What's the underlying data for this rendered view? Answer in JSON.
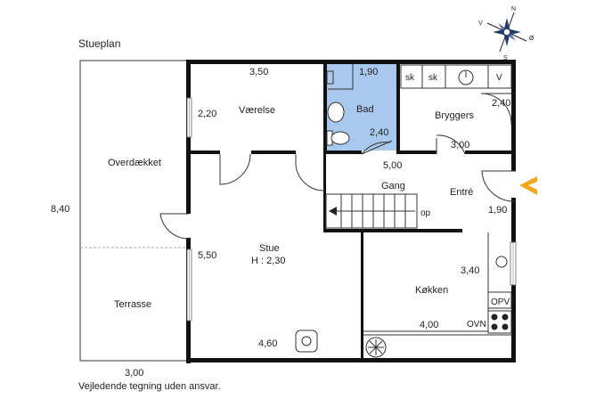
{
  "title": "Stueplan",
  "footer_note": "Vejledende tegning uden ansvar.",
  "compass": {
    "north": "N",
    "west": "V",
    "south": "S",
    "east": "Ø"
  },
  "rooms": {
    "vaerelse": "Værelse",
    "bad": "Bad",
    "bryggers": "Bryggers",
    "overdaekket": "Overdækket",
    "gang": "Gang",
    "entre": "Entré",
    "stue": "Stue",
    "stue_height": "H : 2,30",
    "terrasse": "Terrasse",
    "koekken": "Køkken"
  },
  "fixtures": {
    "sk1": "sk",
    "sk2": "sk",
    "v": "V",
    "op": "op",
    "opv": "OPV",
    "ovn": "OVN"
  },
  "dimensions": {
    "vaerelse_w": "3,50",
    "vaerelse_h": "2,20",
    "bad_w": "1,90",
    "bad_h": "2,40",
    "bryggers_h": "2,40",
    "bryggers_w": "3,00",
    "gang_w": "5,00",
    "entre_h": "1,90",
    "total_h": "8,40",
    "stue_h": "5,50",
    "stue_w": "4,60",
    "koekken_h": "3,40",
    "koekken_w": "4,00",
    "terrasse_w": "3,00"
  },
  "colors": {
    "wall": "#111111",
    "bath_fill": "#a9c8ee",
    "entrance_arrow": "#f2a81c"
  },
  "icons": [
    "compass-icon",
    "entrance-arrow-icon",
    "stove-icon",
    "sink-icon",
    "toilet-icon",
    "fireplace-icon"
  ]
}
